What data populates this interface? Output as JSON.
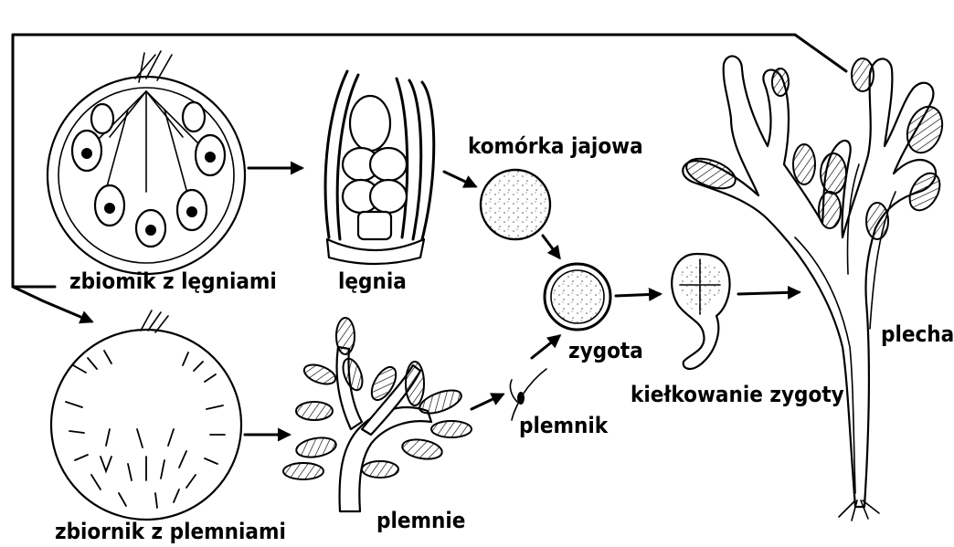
{
  "labels": {
    "receptacle_oogonia": "zbiomik z lęgniami",
    "oogonium": "lęgnia",
    "egg_cell": "komórka jajowa",
    "zygote": "zygota",
    "zygote_germination": "kiełkowanie zygoty",
    "thallus": "plecha",
    "receptacle_antheridia": "zbiornik z plemniami",
    "antheridia": "plemnie",
    "sperm": "plemnik"
  }
}
